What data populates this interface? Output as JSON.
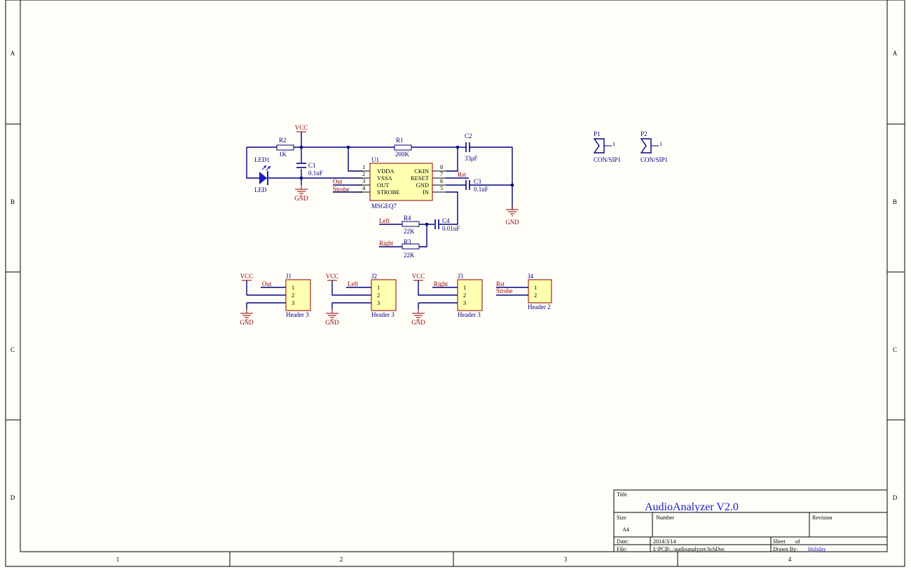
{
  "sheet": {
    "row_labels": [
      "A",
      "B",
      "C",
      "D"
    ],
    "col_labels": [
      "1",
      "2",
      "3",
      "4"
    ],
    "colors": {
      "background": "#fffdf8",
      "wire": "#000080",
      "designator": "#000080",
      "power": "#8b0000",
      "net_label": "#8b0000",
      "component_fill": "#ffffb0",
      "component_outline": "#8b0000"
    }
  },
  "title_block": {
    "title_label": "Title",
    "title": "AudioAnalyzer V2.0",
    "size_label": "Size",
    "size": "A4",
    "number_label": "Number",
    "revision_label": "Revision",
    "date_label": "Date:",
    "date": "2014/3/14",
    "sheet_label": "Sheet",
    "of_label": "of",
    "file_label": "File:",
    "file": "I:\\PCB\\..\\audioanalyzer.SchDoc",
    "drawn_by_label": "Drawn By:",
    "drawn_by": "Holiday"
  },
  "power": {
    "vcc": "VCC",
    "gnd": "GND"
  },
  "u1": {
    "designator": "U1",
    "part": "MSGEQ7",
    "left_pins": [
      {
        "num": "1",
        "name": "VDDA"
      },
      {
        "num": "2",
        "name": "VSSA"
      },
      {
        "num": "3",
        "name": "OUT"
      },
      {
        "num": "4",
        "name": "STROBE"
      }
    ],
    "right_pins": [
      {
        "num": "8",
        "name": "CKIN"
      },
      {
        "num": "7",
        "name": "RESET"
      },
      {
        "num": "6",
        "name": "GND"
      },
      {
        "num": "5",
        "name": "IN"
      }
    ]
  },
  "components": {
    "r1": {
      "ref": "R1",
      "value": "200K"
    },
    "r2": {
      "ref": "R2",
      "value": "1K"
    },
    "r3": {
      "ref": "R3",
      "value": "22K"
    },
    "r4": {
      "ref": "R4",
      "value": "22K"
    },
    "c1": {
      "ref": "C1",
      "value": "0.1uF"
    },
    "c2": {
      "ref": "C2",
      "value": "33pF"
    },
    "c3": {
      "ref": "C3",
      "value": "0.1uF"
    },
    "c4": {
      "ref": "C4",
      "value": "0.01uF"
    },
    "led1": {
      "ref": "LED1",
      "value": "LED"
    },
    "p1": {
      "ref": "P1",
      "value": "CON/SIP1",
      "pin": "1"
    },
    "p2": {
      "ref": "P2",
      "value": "CON/SIP1",
      "pin": "1"
    }
  },
  "nets": {
    "out": "Out",
    "strobe": "Strobe",
    "rst": "Rst",
    "left": "Left",
    "right": "Right"
  },
  "headers": {
    "j1": {
      "ref": "J1",
      "value": "Header 3",
      "net": "Out",
      "pins": [
        "1",
        "2",
        "3"
      ]
    },
    "j2": {
      "ref": "J2",
      "value": "Header 3",
      "net": "Left",
      "pins": [
        "1",
        "2",
        "3"
      ]
    },
    "j3": {
      "ref": "J3",
      "value": "Header 3",
      "net": "Right",
      "pins": [
        "1",
        "2",
        "3"
      ]
    },
    "j4": {
      "ref": "J4",
      "value": "Header 2",
      "nets": [
        "Rst",
        "Strobe"
      ],
      "pins": [
        "1",
        "2"
      ]
    }
  }
}
